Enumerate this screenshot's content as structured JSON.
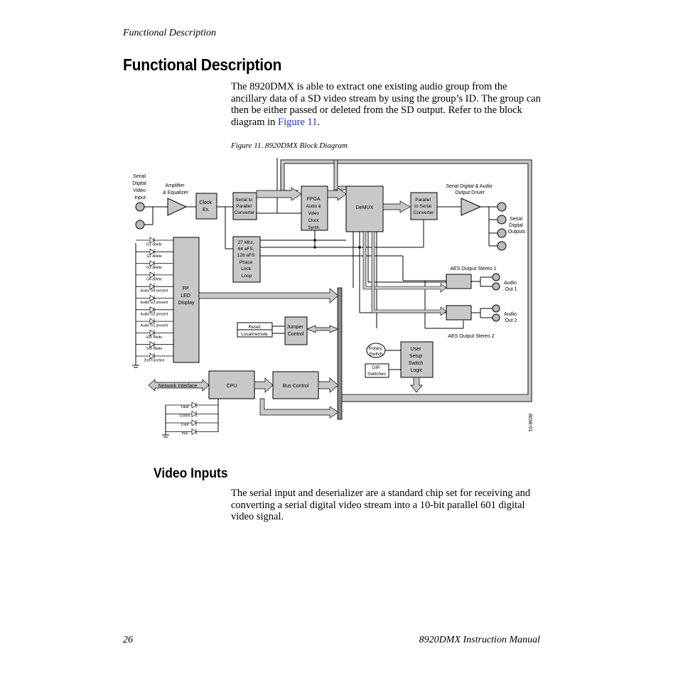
{
  "header": {
    "running_title": "Functional Description"
  },
  "section": {
    "title": "Functional Description",
    "intro_text": "The 8920DMX is able to extract one existing audio group from the ancillary data of a SD video stream by using the group’s ID. The group can then be either passed or deleted from the SD output. Refer to the block diagram in ",
    "intro_link": "Figure 11",
    "intro_end": "."
  },
  "figure": {
    "caption": "Figure 11.  8920DMX Block Diagram",
    "labels": {
      "sdi_input": [
        "Serial",
        "Digital",
        "Video",
        "Input"
      ],
      "amp_eq": [
        "Amplifier",
        "& Equalizer"
      ],
      "clock": [
        "Clock",
        "Ex."
      ],
      "s2p": [
        "Serial to",
        "Parallel",
        "Converter"
      ],
      "fpga": [
        "FPGA",
        "Audio &",
        "Video",
        "Clock",
        "Synth."
      ],
      "demux": "DeMUX",
      "p2s": [
        "Parallel",
        "to Serial",
        "Converter"
      ],
      "output_driver": [
        "Serial Digital & Audio",
        "Output Driver"
      ],
      "serial_outputs": [
        "Serial",
        "Digital",
        "Outputs"
      ],
      "pll": [
        "27 Mhz,",
        "64 aFS,",
        "128 aFS",
        "Phase",
        "Lock",
        "Loop"
      ],
      "aes1": "AES Output Stereo 1",
      "aes2": "AES Output Stereo 2",
      "audio_out1": [
        "Audio",
        "Out 1"
      ],
      "audio_out2": [
        "Audio",
        "Out 2"
      ],
      "fp_display": [
        "FP",
        "LED",
        "Display"
      ],
      "leds": [
        "G1 delete",
        "G2 delete",
        "G3 delete",
        "G4 delete",
        "Audio G4 present",
        "Audio G3 present",
        "Audio G2 present",
        "Audio G1 present",
        "625 Mode",
        "525 Mode",
        "2nd Function"
      ],
      "reset": "Reset",
      "local_remote": "Local/remote",
      "jumper": [
        "Jumper",
        "Control"
      ],
      "rotary": [
        "Rotary",
        "Switch"
      ],
      "dip": [
        "DIP",
        "Switches"
      ],
      "user_setup": [
        "User",
        "Setup",
        "Switch",
        "Logic"
      ],
      "network": "Network Interface",
      "cpu": "CPU",
      "bus": "Bus Control",
      "cpu_leds": [
        "Fault",
        "Comm",
        "Conf",
        "Pwr"
      ],
      "fig_number": "8038-01"
    }
  },
  "video_inputs": {
    "title": "Video Inputs",
    "text": "The serial input and deserializer are a standard chip set for receiving and converting a serial digital video stream into a 10-bit parallel 601 digital video signal."
  },
  "footer": {
    "page_number": "26",
    "manual_title": "8920DMX Instruction Manual"
  }
}
